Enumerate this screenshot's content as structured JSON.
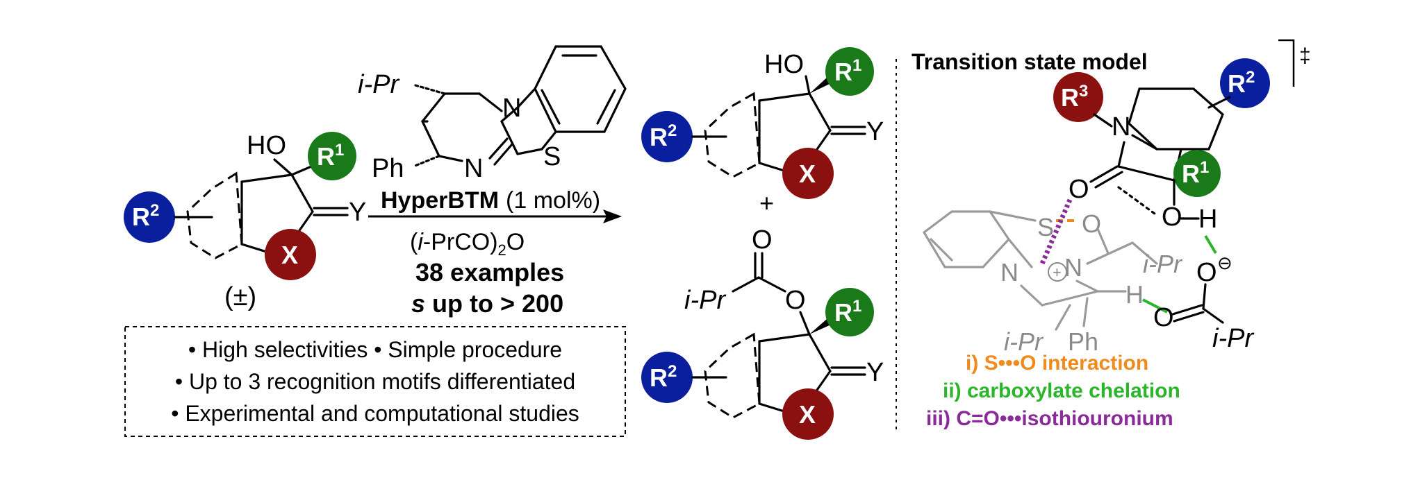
{
  "catalyst": {
    "ipr": "i-Pr",
    "ph": "Ph",
    "n1": "N",
    "n2": "N",
    "s": "S",
    "name": "HyperBTM",
    "loading": "(1 mol%)"
  },
  "reagent": {
    "open": "(",
    "ital": "i",
    "rest": "-PrCO)",
    "sub": "2",
    "tail": "O"
  },
  "highlights": {
    "examples": "38 examples",
    "s_label": "s",
    "s_value": "up to > 200"
  },
  "substrate": {
    "ho": "HO",
    "y": "Y",
    "racemic": "(±)"
  },
  "badges": {
    "r": "R",
    "x": "X",
    "sup1": "1",
    "sup2": "2",
    "sup3": "3",
    "colors": {
      "r1": "#1a7a1a",
      "r2": "#0a1f9e",
      "r3": "#8b1010",
      "x": "#8b1010"
    }
  },
  "products": {
    "ho": "HO",
    "y": "Y",
    "plus": "+",
    "o_carbonyl": "O",
    "o_ester": "O",
    "ipr": "i-Pr"
  },
  "bullets": [
    "• High selectivities • Simple procedure",
    "• Up to 3 recognition motifs differentiated",
    "• Experimental and computational studies"
  ],
  "ts": {
    "title": "Transition state model",
    "dagger": "‡",
    "n_indoline": "N",
    "o_ketone": "O",
    "o_h": "O",
    "h1": "H",
    "s": "S",
    "o_acyl": "O",
    "n_left": "N",
    "n_right": "N",
    "plus": "+",
    "ipr1": "i-Pr",
    "ipr2": "i-Pr",
    "ipr3": "i-Pr",
    "h2": "H",
    "ph": "Ph",
    "o_minus": "O",
    "minus": "⊖",
    "o_carbox": "O"
  },
  "interactions": [
    {
      "text": "i) S•••O interaction",
      "color": "#f08a1c"
    },
    {
      "text": "ii) carboxylate chelation",
      "color": "#2bb52b"
    },
    {
      "text": "iii) C=O•••isothiouronium",
      "color": "#8b2a9a"
    }
  ]
}
